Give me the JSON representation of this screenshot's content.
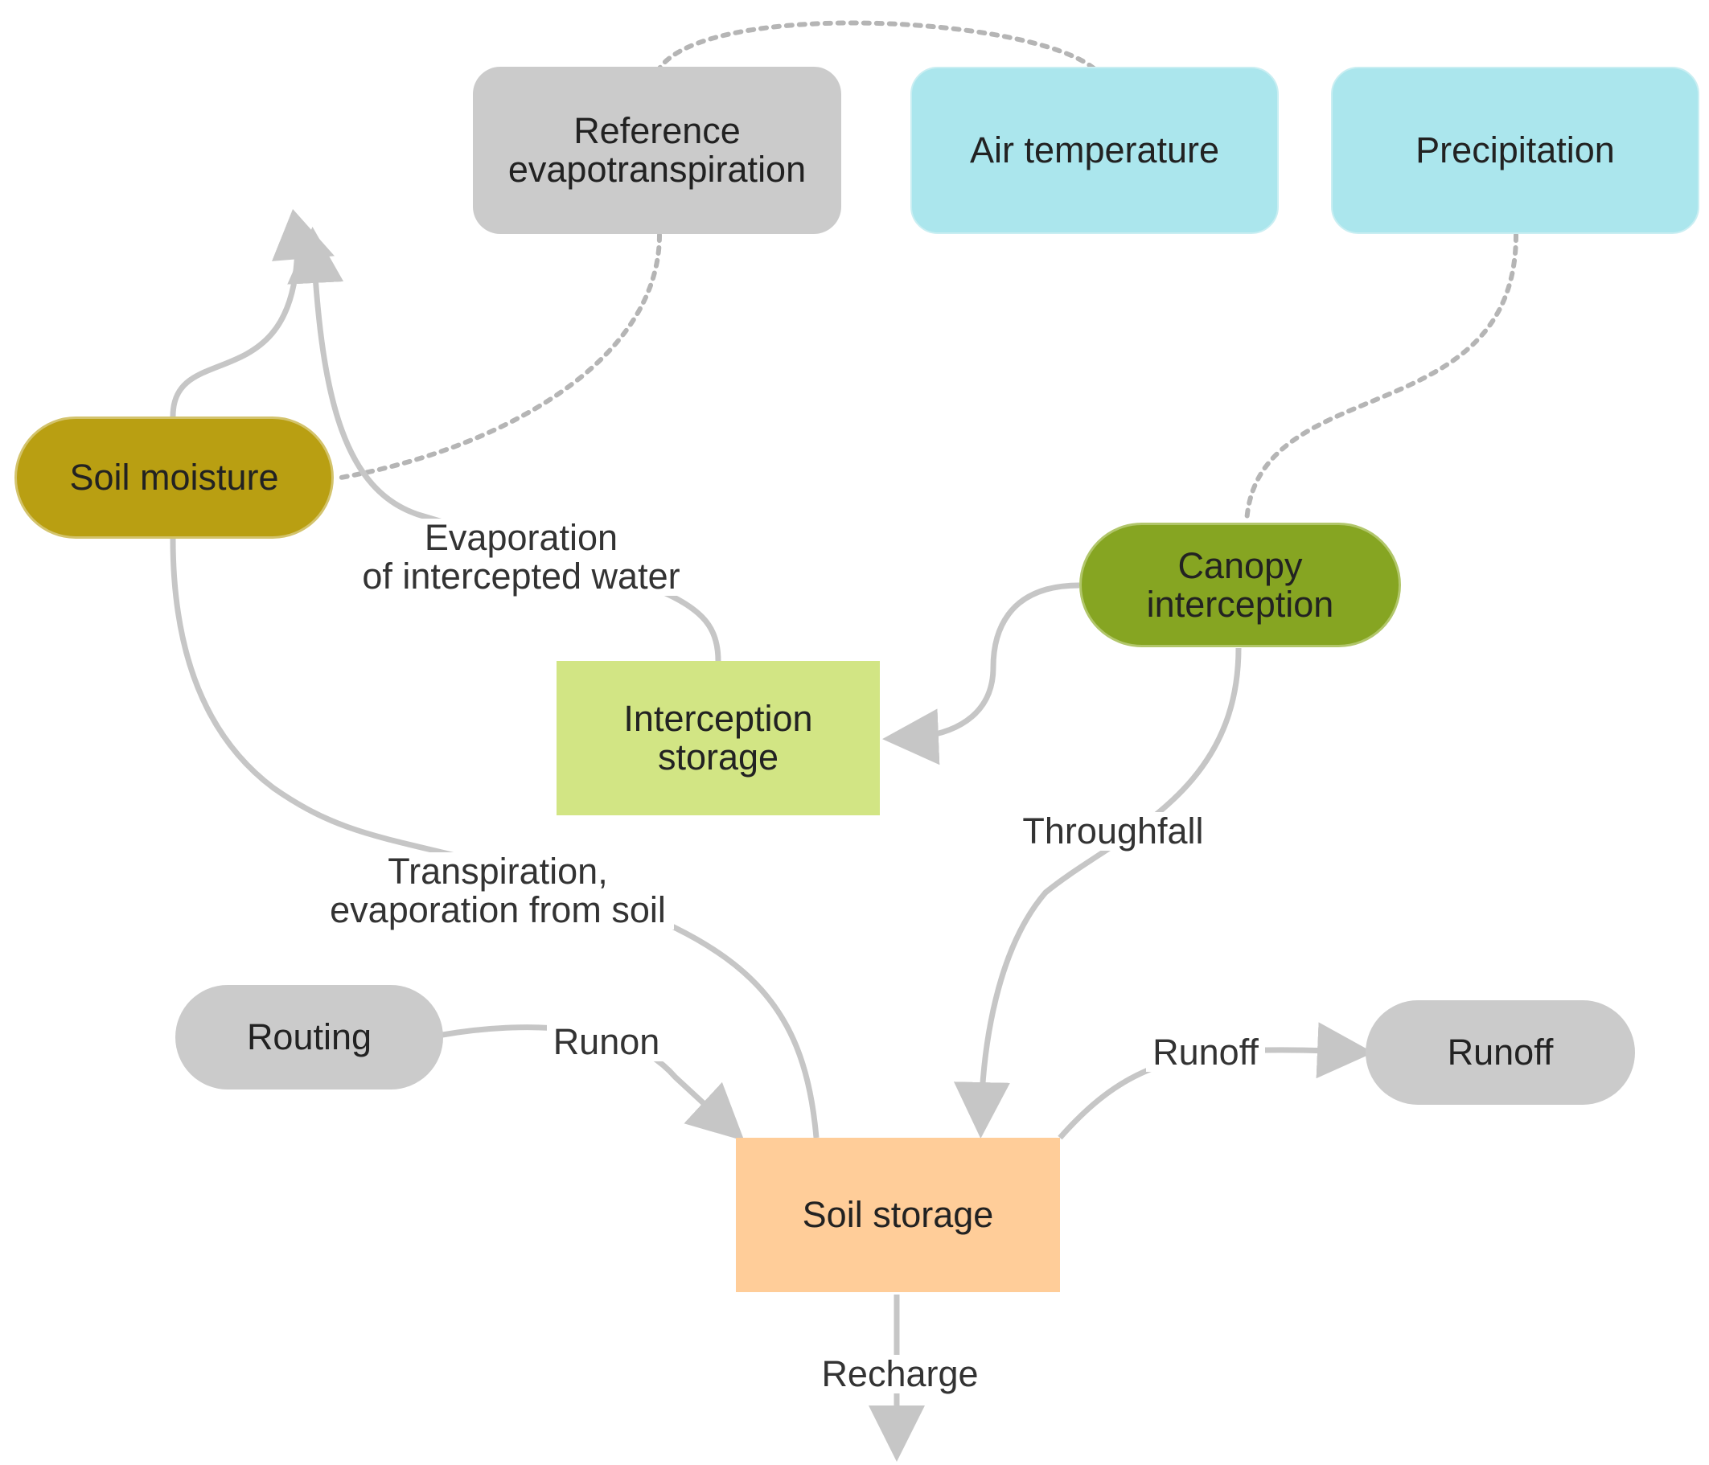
{
  "nodes": {
    "reference_et": {
      "label": "Reference\nevapotranspiration",
      "color": "#cbcbcb"
    },
    "air_temperature": {
      "label": "Air temperature",
      "color": "#abe6ed"
    },
    "precipitation": {
      "label": "Precipitation",
      "color": "#abe6ed"
    },
    "soil_moisture": {
      "label": "Soil moisture",
      "color": "#b99f12"
    },
    "canopy_interception": {
      "label": "Canopy\ninterception",
      "color": "#86a522"
    },
    "interception_storage": {
      "label": "Interception\nstorage",
      "color": "#d2e584"
    },
    "routing": {
      "label": "Routing",
      "color": "#cbcbcb"
    },
    "runoff_node": {
      "label": "Runoff",
      "color": "#cbcbcb"
    },
    "soil_storage": {
      "label": "Soil storage",
      "color": "#ffcd99"
    }
  },
  "edge_labels": {
    "evaporation_intercepted": "Evaporation\nof intercepted water",
    "throughfall": "Throughfall",
    "transpiration": "Transpiration,\nevaporation from soil",
    "runon": "Runon",
    "runoff": "Runoff",
    "recharge": "Recharge"
  },
  "colors": {
    "arrow": "#c6c6c6",
    "dotted": "#b5b5b5"
  }
}
